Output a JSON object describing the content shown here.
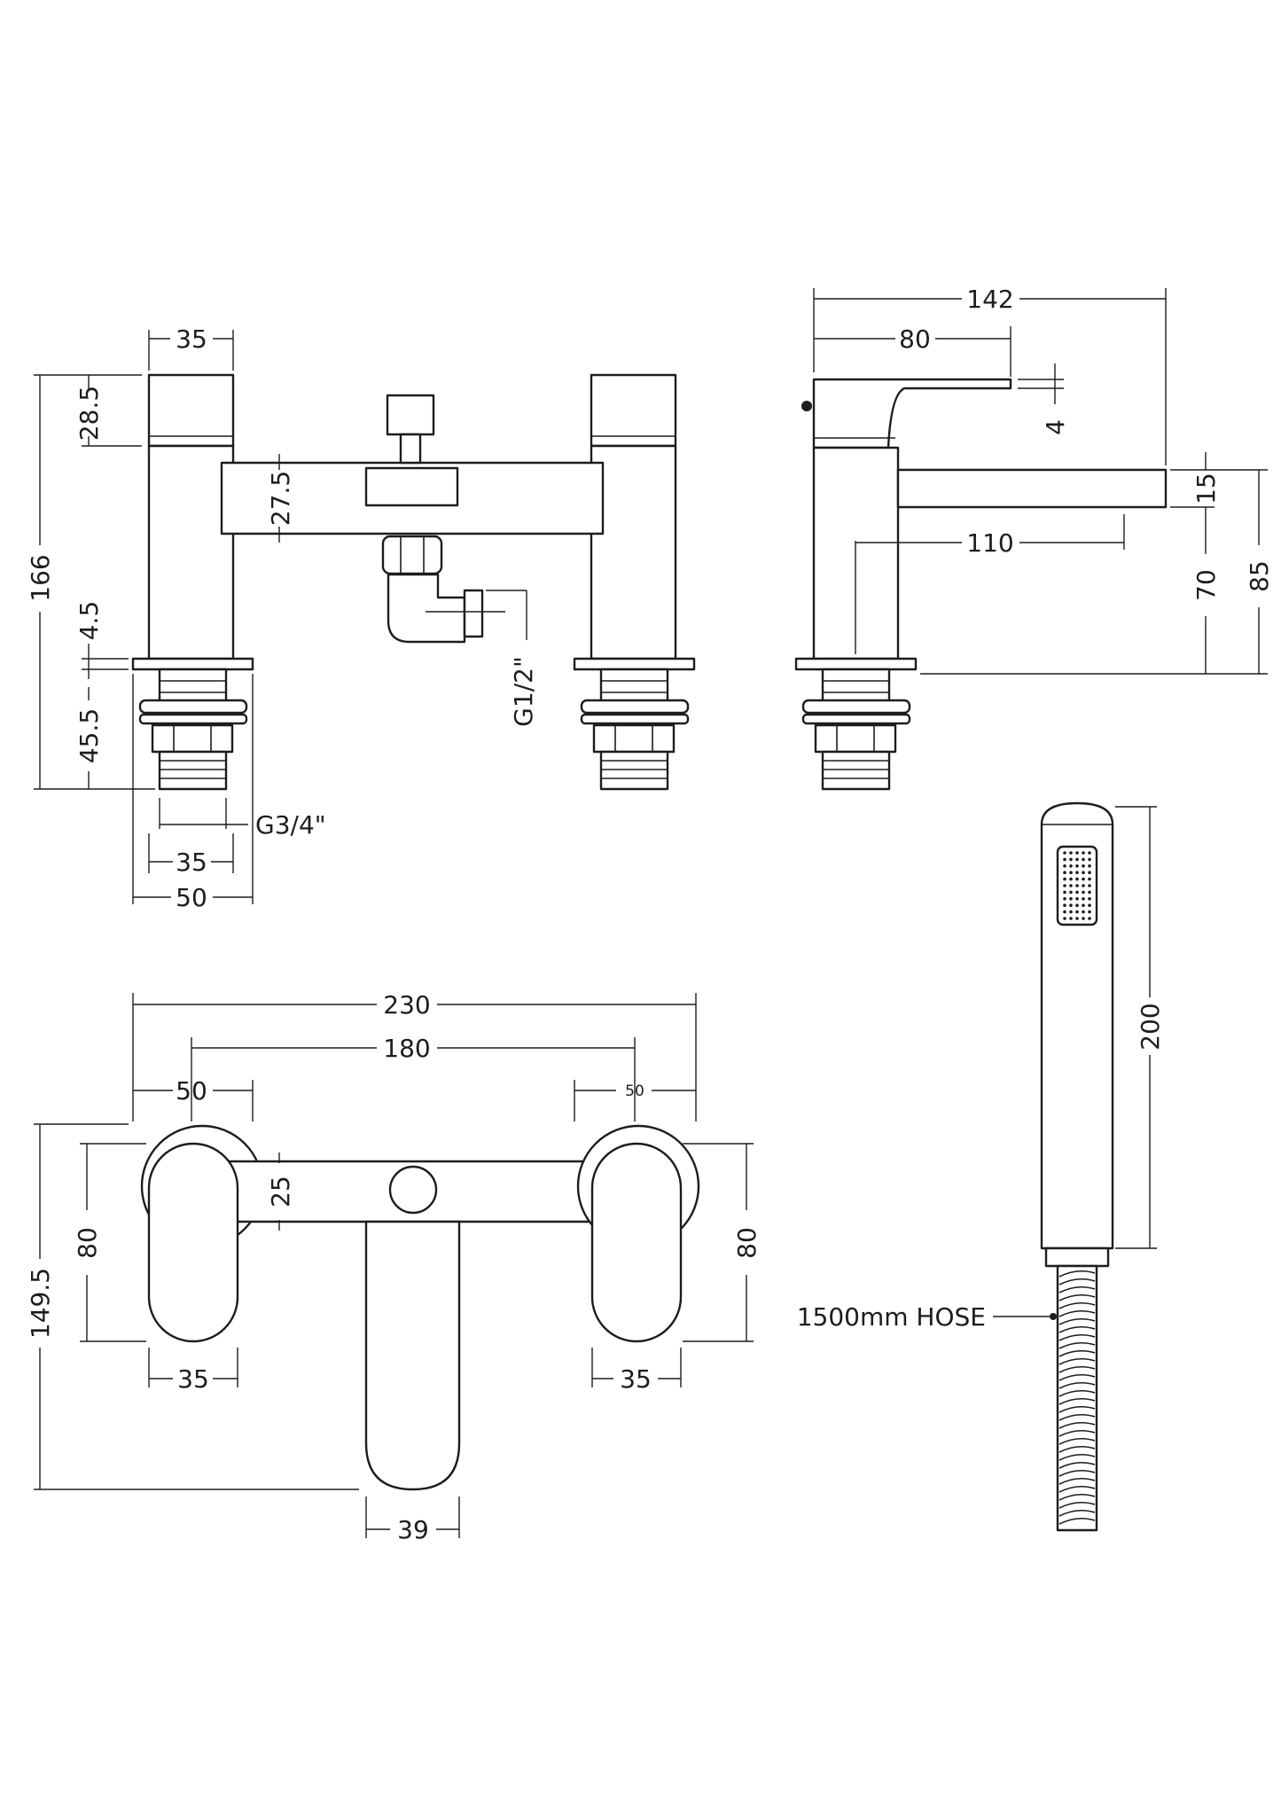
{
  "front_view": {
    "width_top": "35",
    "handle_height": "28.5",
    "overall_height": "166",
    "body_height": "27.5",
    "deck_thickness": "4.5",
    "tail_length": "45.5",
    "outlet_thread": "G1/2\"",
    "inlet_thread": "G3/4\"",
    "tail_width": "35",
    "base_width": "50"
  },
  "side_view": {
    "overall_depth": "142",
    "handle_length": "80",
    "handle_gap": "4",
    "spout_thickness": "15",
    "spout_reach": "110",
    "spout_clearance": "70",
    "spout_top_height": "85"
  },
  "plan_view": {
    "overall_width": "230",
    "centres": "180",
    "left_handle_width": "50",
    "right_handle_width": "50",
    "bridge_depth": "25",
    "left_handle_depth": "80",
    "right_handle_depth": "80",
    "overall_depth": "149.5",
    "left_lever_width": "35",
    "right_lever_width": "35",
    "spout_width": "39"
  },
  "handset": {
    "length": "200",
    "hose_label": "1500mm HOSE"
  }
}
